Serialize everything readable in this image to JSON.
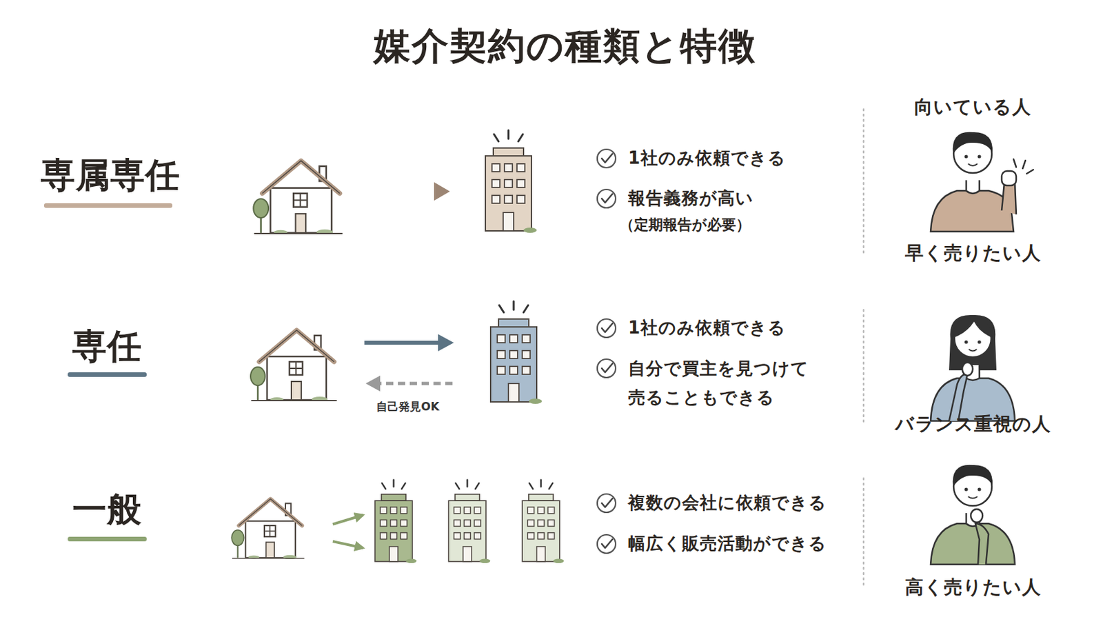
{
  "diagram": {
    "title": "媒介契約の種類と特徴",
    "labels": [
      "向いている人",
      "専属専任",
      "1社のみ依頼できる",
      "報告義務が高い",
      "（定期報告が必要）",
      "早く売りたい人",
      "専任",
      "自己発見OK",
      "1社のみ依頼できる",
      "自分で買主を見つけて 売ることもできる",
      "バランス重視の人",
      "一般",
      "複数の会社に依頼できる",
      "幅広く販売活動ができる",
      "高く売りたい人"
    ]
  }
}
